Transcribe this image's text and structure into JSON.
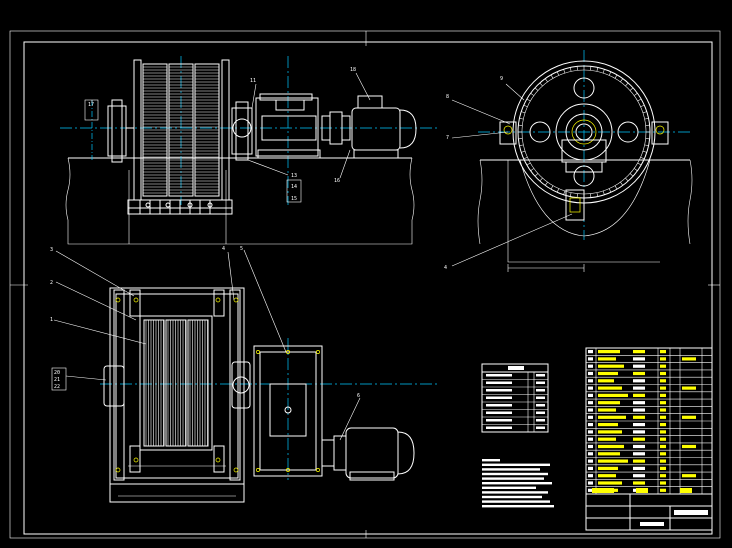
{
  "colors": {
    "background": "#000000",
    "lines": "#ffffff",
    "centerlines": "#00c8ff",
    "highlight": "#ffff00"
  },
  "part_labels": {
    "p1": "1",
    "p2": "2",
    "p3": "3",
    "p4": "4",
    "p5": "5",
    "p6": "6",
    "p7": "7",
    "p8": "8",
    "p9": "9",
    "p11": "11",
    "p13": "13",
    "p14": "14",
    "p15": "15",
    "p16": "16",
    "p17": "17",
    "p18": "18",
    "p20": "20",
    "p21": "21",
    "p22": "22"
  }
}
